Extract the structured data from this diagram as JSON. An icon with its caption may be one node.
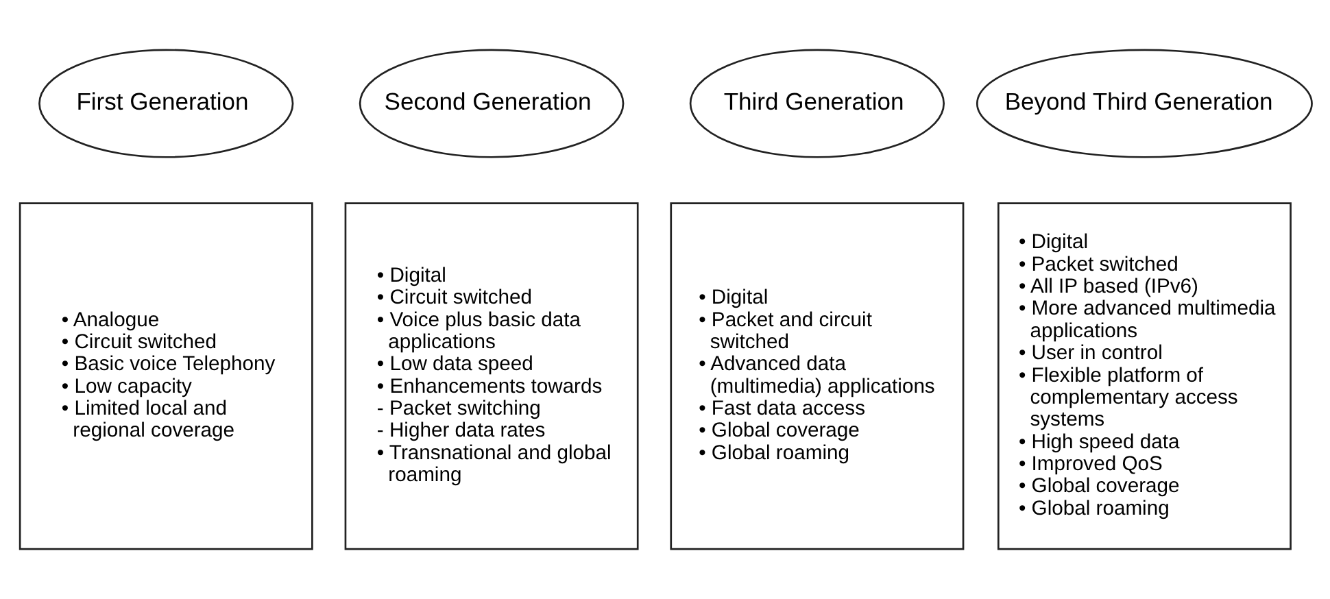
{
  "diagram": {
    "nodes": [
      {
        "text": [
          "First Generation"
        ]
      },
      {
        "text": [
          "Second Generation"
        ]
      },
      {
        "text": [
          "Third Generation"
        ]
      },
      {
        "text": [
          "Beyond Third Generation"
        ]
      },
      {
        "text": [
          "• Analogue",
          "• Circuit switched",
          "• Basic voice Telephony",
          "• Low capacity",
          "• Limited local and regional coverage"
        ]
      },
      {
        "text": [
          "• Digital",
          "• Circuit switched",
          "• Voice plus basic data applications",
          "• Low data speed",
          "• Enhancements towards",
          "- Packet switching",
          "- Higher data rates",
          "• Transnational and global roaming"
        ]
      },
      {
        "text": [
          "• Digital",
          "• Packet and circuit switched",
          "• Advanced data (multimedia) applications",
          "• Fast data access",
          "• Global coverage",
          "• Global roaming"
        ]
      },
      {
        "text": [
          "• Digital",
          "• Packet switched",
          "• All IP based (IPv6)",
          "• More advanced multimedia applications",
          "• User in control",
          "• Flexible platform of complementary access systems",
          "• High speed data",
          "• Improved QoS",
          "• Global coverage",
          "• Global roaming"
        ]
      }
    ],
    "edges": []
  }
}
